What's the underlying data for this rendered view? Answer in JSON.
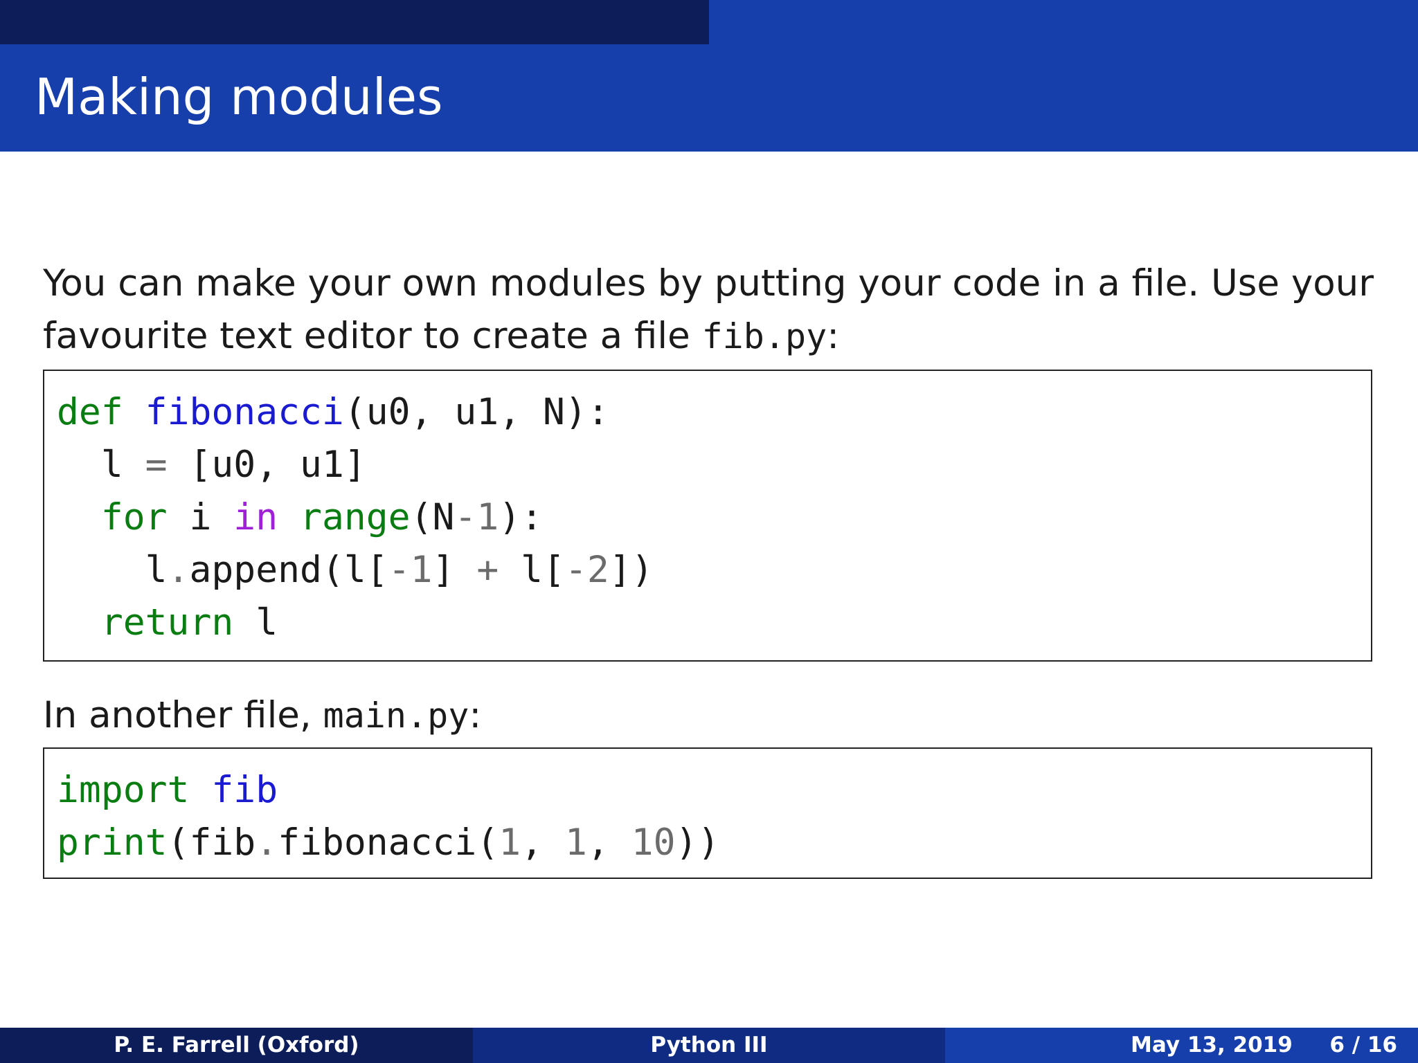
{
  "slide": {
    "title": "Making modules"
  },
  "intro": {
    "text1": "You can make your own modules by putting your code in a file. Use your",
    "text2": "favourite text editor to create a file ",
    "filename": "fib.py",
    "suffix": ":"
  },
  "code_fib": {
    "line1": {
      "kw": "def",
      "fn": "fibonacci",
      "rest": "(u0, u1, N):"
    },
    "line2": {
      "a": "l ",
      "op": "=",
      "b": " [u0, u1]"
    },
    "line3": {
      "kw_for": "for",
      "mid": " i ",
      "kw_in": "in",
      "sp": " ",
      "kw_range": "range",
      "a": "(N",
      "minus": "-",
      "num": "1",
      "b": "):"
    },
    "line4": {
      "a": "l",
      "dot": ".",
      "b": "append(l[",
      "minus1": "-",
      "num1": "1",
      "c": "] ",
      "plus": "+",
      "d": " l[",
      "minus2": "-",
      "num2": "2",
      "e": "])"
    },
    "line5": {
      "kw": "return",
      "rest": " l"
    }
  },
  "second": {
    "text": "In another file, ",
    "filename": "main.py",
    "suffix": ":"
  },
  "code_main": {
    "line1": {
      "kw": "import",
      "sp": " ",
      "mod": "fib"
    },
    "line2": {
      "kw": "print",
      "a": "(fib",
      "dot": ".",
      "b": "fibonacci(",
      "n1": "1",
      "c": ", ",
      "n2": "1",
      "d": ", ",
      "n3": "10",
      "e": "))"
    }
  },
  "footer": {
    "author": "P. E. Farrell  (Oxford)",
    "course": "Python III",
    "date": "May 13, 2019",
    "page": "6 / 16"
  }
}
